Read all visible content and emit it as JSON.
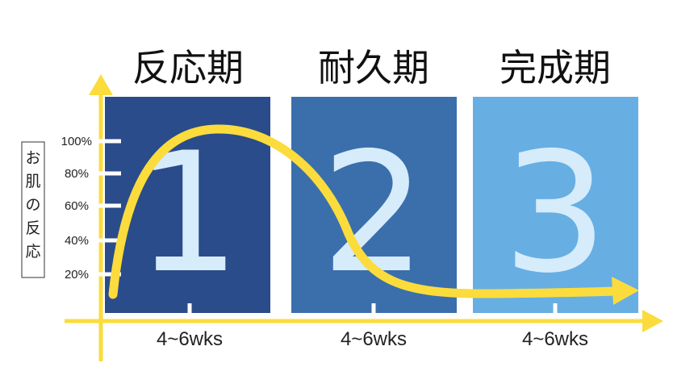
{
  "phases": [
    {
      "title": "反応期",
      "number": "1",
      "duration": "4~6wks"
    },
    {
      "title": "耐久期",
      "number": "2",
      "duration": "4~6wks"
    },
    {
      "title": "完成期",
      "number": "3",
      "duration": "4~6wks"
    }
  ],
  "y_axis": {
    "label_chars": [
      "お",
      "肌",
      "の",
      "反",
      "応"
    ],
    "ticks": [
      "100%",
      "80%",
      "60%",
      "40%",
      "20%"
    ]
  },
  "colors": {
    "phase1": "#2a4c8a",
    "phase2": "#3b6fab",
    "phase3": "#67aee3",
    "axis": "#fbdc3c",
    "curve": "#fbdc3c",
    "number": "#d6ecfb"
  }
}
